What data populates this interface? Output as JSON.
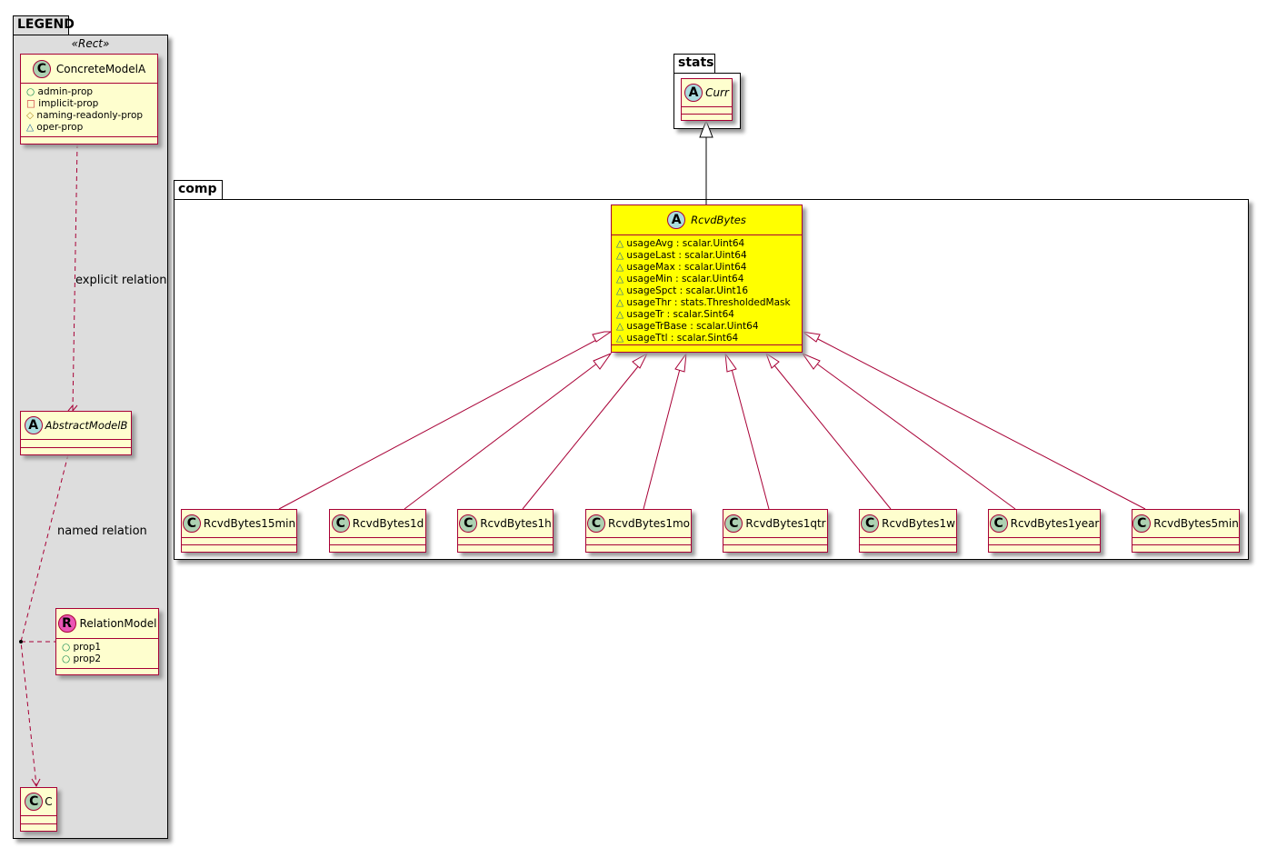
{
  "legend": {
    "package": "LEGEND",
    "stereotype": "«Rect»",
    "concrete": {
      "name": "ConcreteModelA",
      "icon": "C",
      "attrs": [
        {
          "sym": "○",
          "color": "#038048",
          "text": "admin-prop"
        },
        {
          "sym": "□",
          "color": "#c82930",
          "text": "implicit-prop"
        },
        {
          "sym": "◇",
          "color": "#b38d22",
          "text": "naming-readonly-prop"
        },
        {
          "sym": "△",
          "color": "#1963a0",
          "text": "oper-prop"
        }
      ]
    },
    "abstract": {
      "name": "AbstractModelB",
      "icon": "A"
    },
    "relation": {
      "name": "RelationModel",
      "icon": "R",
      "attrs": [
        {
          "sym": "○",
          "text": "prop1"
        },
        {
          "sym": "○",
          "text": "prop2"
        }
      ]
    },
    "c": {
      "name": "C",
      "icon": "C"
    },
    "explicit_label": "explicit relation",
    "named_label": "named relation"
  },
  "stats": {
    "package": "stats",
    "curr": {
      "name": "Curr",
      "icon": "A"
    }
  },
  "comp": {
    "package": "comp",
    "main": {
      "name": "RcvdBytes",
      "icon": "A",
      "color": "#ffff00",
      "attrs": [
        "usageAvg : scalar.Uint64",
        "usageLast : scalar.Uint64",
        "usageMax : scalar.Uint64",
        "usageMin : scalar.Uint64",
        "usageSpct : scalar.Uint16",
        "usageThr : stats.ThresholdedMask",
        "usageTr : scalar.Sint64",
        "usageTrBase : scalar.Uint64",
        "usageTtl : scalar.Sint64"
      ]
    },
    "children": [
      "RcvdBytes15min",
      "RcvdBytes1d",
      "RcvdBytes1h",
      "RcvdBytes1mo",
      "RcvdBytes1qtr",
      "RcvdBytes1w",
      "RcvdBytes1year",
      "RcvdBytes5min"
    ],
    "child_icon": "C"
  }
}
